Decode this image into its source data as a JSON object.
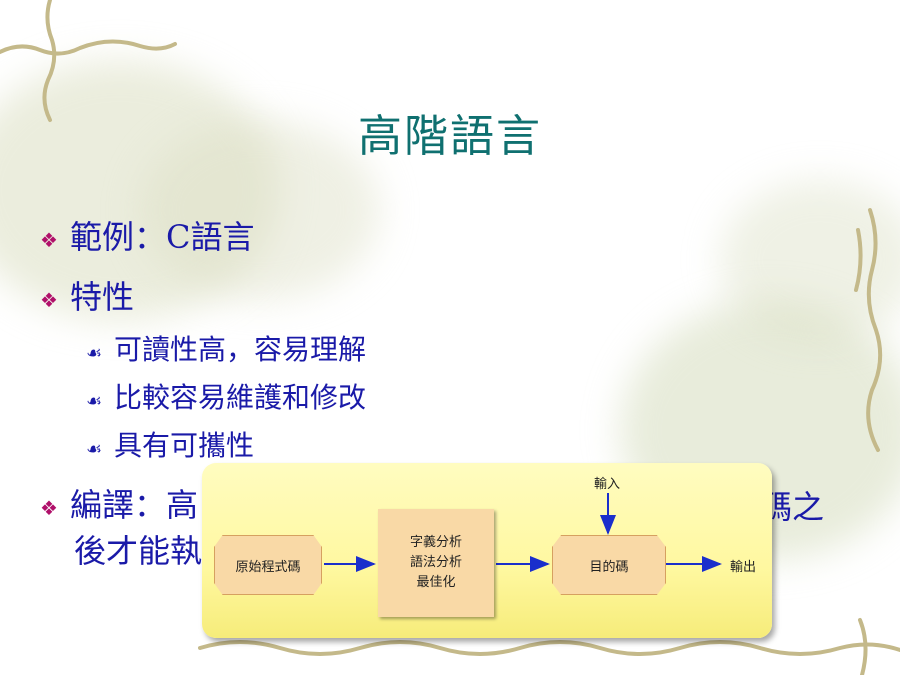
{
  "title": "高階語言",
  "bullets": [
    {
      "text": "範例：C語言"
    },
    {
      "text": "特性"
    }
  ],
  "sub_bullets": [
    {
      "text": "可讀性高，容易理解"
    },
    {
      "text": "比較容易維護和修改"
    },
    {
      "text": "具有可攜性"
    }
  ],
  "bullet3": {
    "text": "編譯：高"
  },
  "bullet3_tail": "碼之",
  "bullet3_line2": "後才能執",
  "diagram": {
    "source": "原始程式碼",
    "process_lines": [
      "字義分析",
      "語法分析",
      "最佳化"
    ],
    "target": "目的碼",
    "input_label": "輸入",
    "output_label": "輸出"
  }
}
